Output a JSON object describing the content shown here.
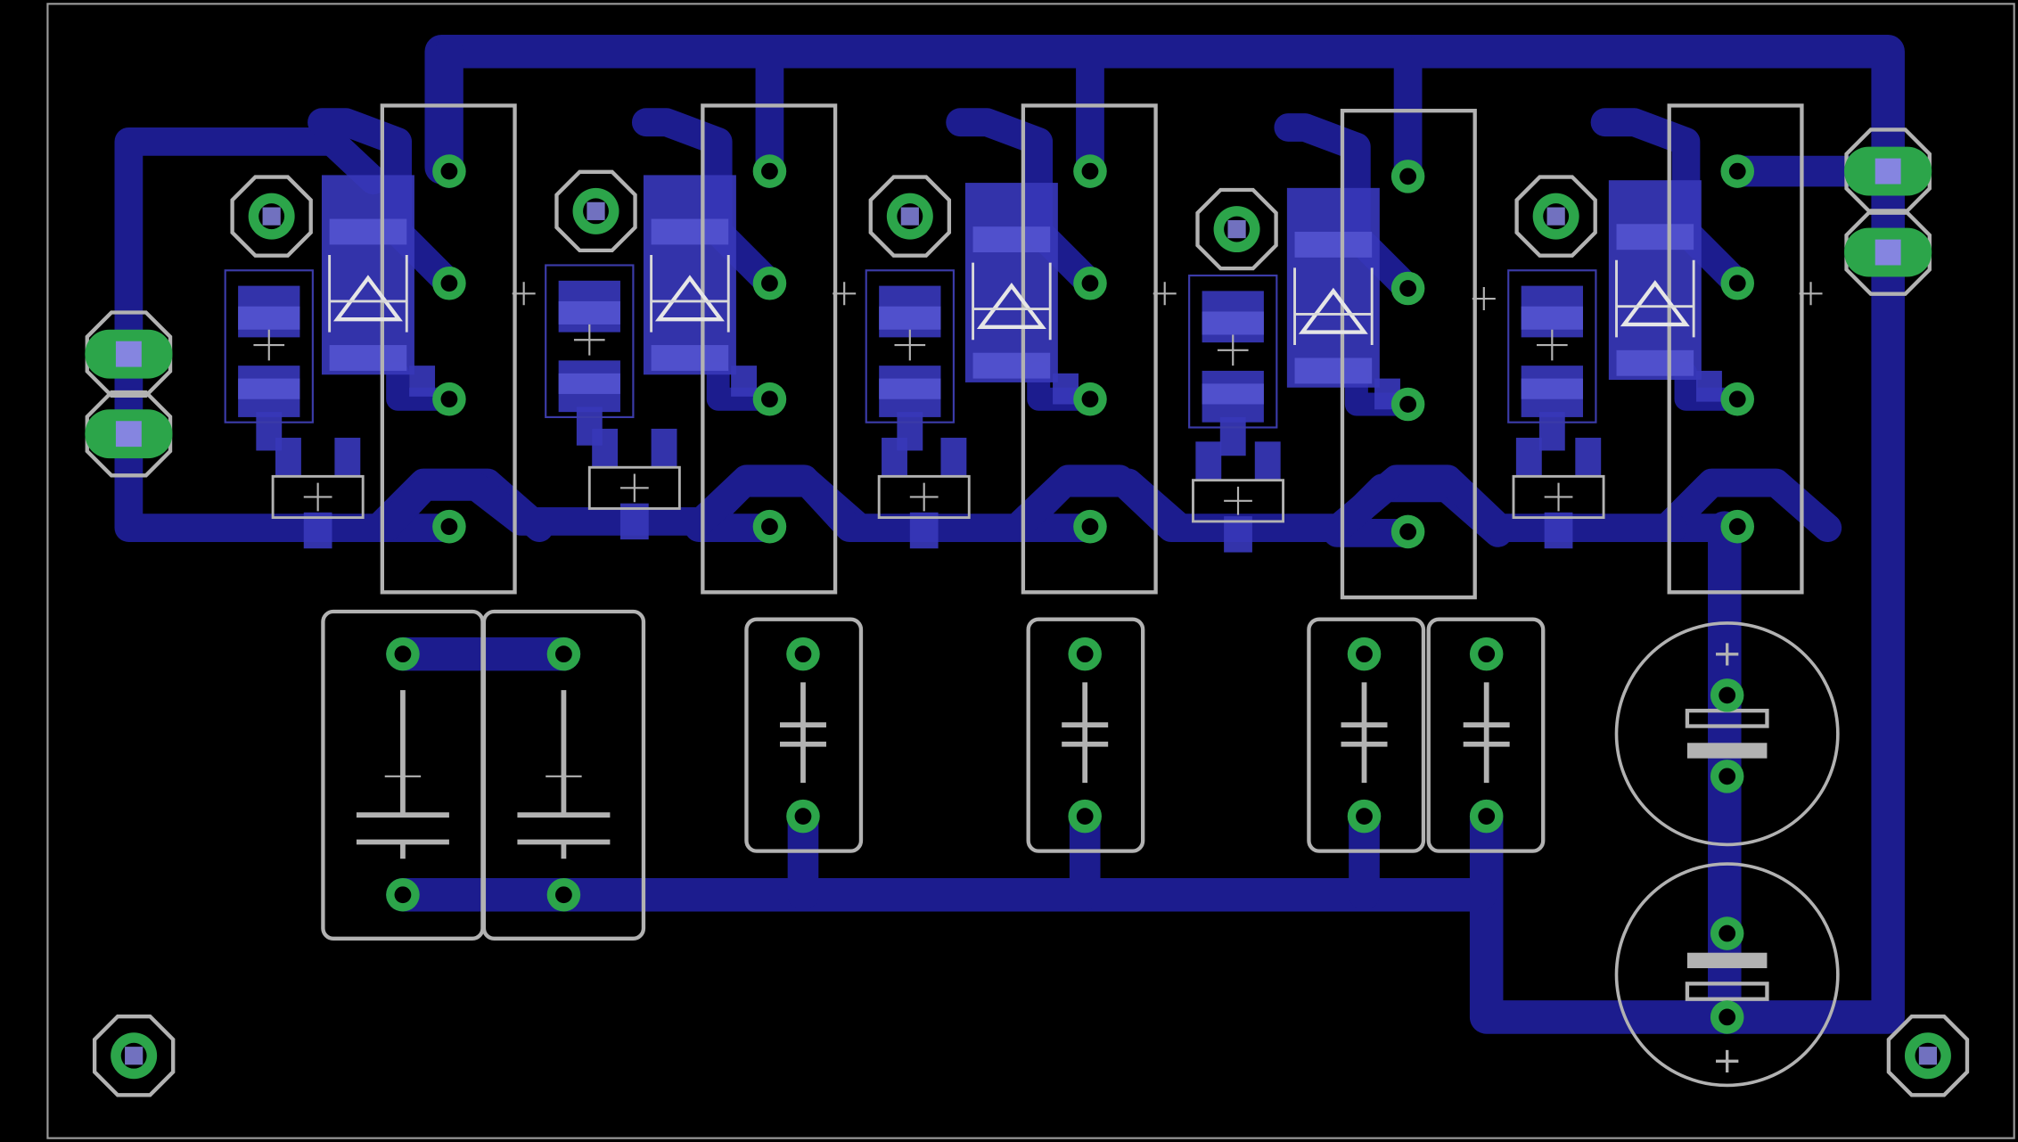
{
  "board": {
    "view": "pcb-layout",
    "layers": [
      "bottom-copper",
      "pads",
      "silkscreen",
      "smd-pads",
      "outline"
    ],
    "colors": {
      "background": "#000000",
      "outline": "#9a9a9a",
      "copper": "#1c1c8e",
      "smd": "#3737b9",
      "smd_light": "#5252cf",
      "pad": "#2ca54a",
      "drill": "#000000",
      "silk": "#b2b2b2",
      "via_sq": "#8585e0"
    },
    "stages": 5,
    "electrolytic_polarity_mark": "+"
  }
}
